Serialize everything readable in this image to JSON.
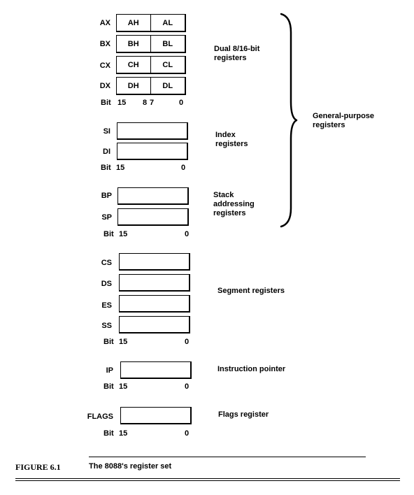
{
  "general": {
    "registers": [
      {
        "name": "AX",
        "high": "AH",
        "low": "AL"
      },
      {
        "name": "BX",
        "high": "BH",
        "low": "BL"
      },
      {
        "name": "CX",
        "high": "CH",
        "low": "CL"
      },
      {
        "name": "DX",
        "high": "DH",
        "low": "DL"
      }
    ],
    "bit_label": "Bit",
    "bit_15": "15",
    "bit_8": "8",
    "bit_7": "7",
    "bit_0": "0",
    "group_label": "Dual 8/16-bit\nregisters"
  },
  "index": {
    "registers": [
      {
        "name": "SI"
      },
      {
        "name": "DI"
      }
    ],
    "bit_label": "Bit",
    "bit_15": "15",
    "bit_0": "0",
    "group_label": "Index\nregisters"
  },
  "stack": {
    "registers": [
      {
        "name": "BP"
      },
      {
        "name": "SP"
      }
    ],
    "bit_label": "Bit",
    "bit_15": "15",
    "bit_0": "0",
    "group_label": "Stack\naddressing\nregisters"
  },
  "brace_label": "General-purpose\nregisters",
  "segment": {
    "registers": [
      {
        "name": "CS"
      },
      {
        "name": "DS"
      },
      {
        "name": "ES"
      },
      {
        "name": "SS"
      }
    ],
    "bit_label": "Bit",
    "bit_15": "15",
    "bit_0": "0",
    "group_label": "Segment registers"
  },
  "ip": {
    "registers": [
      {
        "name": "IP"
      }
    ],
    "bit_label": "Bit",
    "bit_15": "15",
    "bit_0": "0",
    "group_label": "Instruction pointer"
  },
  "flags": {
    "registers": [
      {
        "name": "FLAGS"
      }
    ],
    "bit_label": "Bit",
    "bit_15": "15",
    "bit_0": "0",
    "group_label": "Flags register"
  },
  "caption": {
    "number": "FIGURE 6.1",
    "text": "The 8088's register set"
  }
}
